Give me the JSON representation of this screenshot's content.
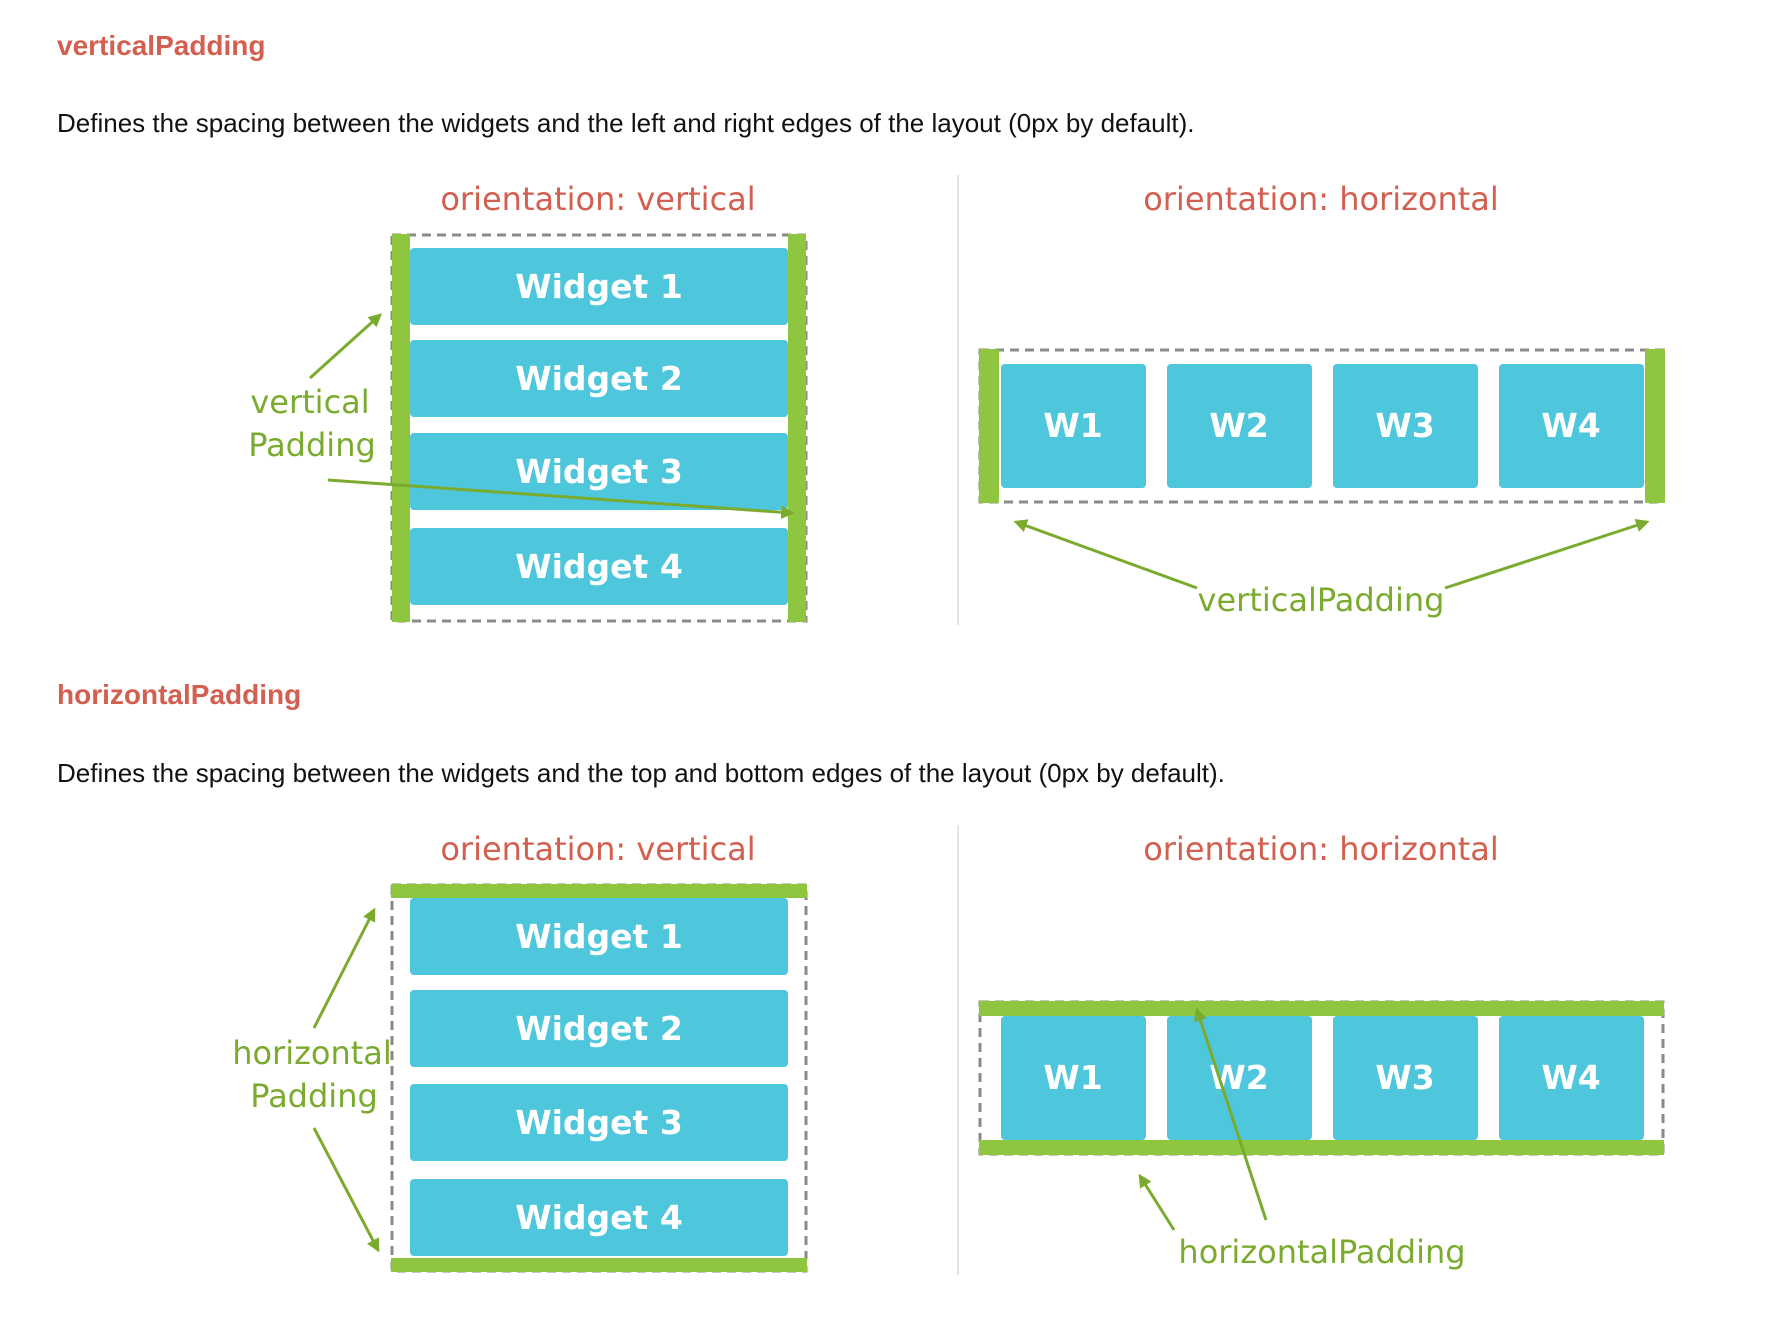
{
  "sections": [
    {
      "title": "verticalPadding",
      "description": "Defines the spacing between the widgets and the left and right edges of the layout (0px by default).",
      "vertical_caption": "orientation: vertical",
      "horizontal_caption": "orientation: horizontal",
      "vertical_label_line1": "vertical",
      "vertical_label_line2": "Padding",
      "horizontal_label": "verticalPadding"
    },
    {
      "title": "horizontalPadding",
      "description": "Defines the spacing between the widgets and the top and bottom edges of the layout (0px by default).",
      "vertical_caption": "orientation: vertical",
      "horizontal_caption": "orientation: horizontal",
      "vertical_label_line1": "horizontal",
      "vertical_label_line2": "Padding",
      "horizontal_label": "horizontalPadding"
    }
  ],
  "widgets_long": [
    "Widget 1",
    "Widget 2",
    "Widget 3",
    "Widget 4"
  ],
  "widgets_short": [
    "W1",
    "W2",
    "W3",
    "W4"
  ],
  "colors": {
    "title": "#d25f4f",
    "widget": "#4ec6dc",
    "padding": "#8ec63f",
    "label": "#7bab2e",
    "dashed_border": "#8a8a8a"
  }
}
